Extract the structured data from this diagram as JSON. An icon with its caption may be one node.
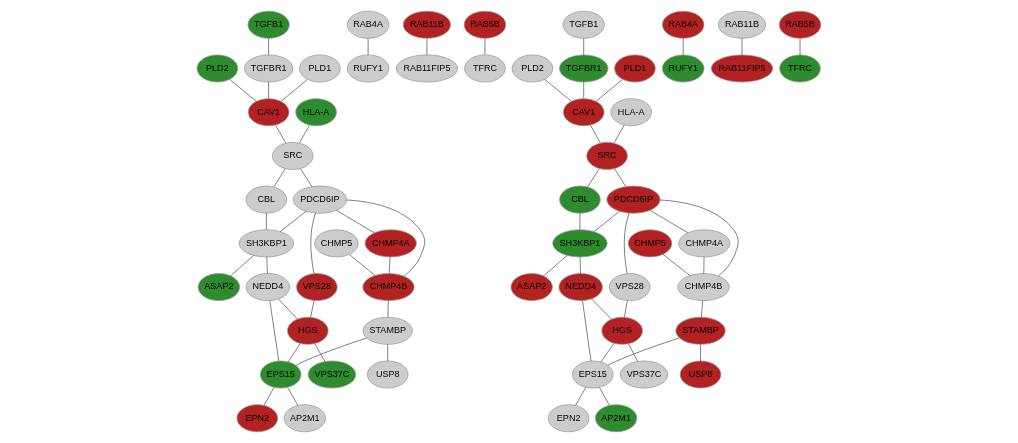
{
  "diagram": {
    "nodes": [
      {
        "text": [
          "PLD2"
        ]
      },
      {
        "text": [
          "TGFB1"
        ]
      },
      {
        "text": [
          "TGFBR1"
        ]
      },
      {
        "text": [
          "PLD1"
        ]
      },
      {
        "text": [
          "CAV1"
        ]
      },
      {
        "text": [
          "RAB4A"
        ]
      },
      {
        "text": [
          "RUFY1"
        ]
      },
      {
        "text": [
          "RAB11B"
        ]
      },
      {
        "text": [
          "RAB11FIP5"
        ]
      },
      {
        "text": [
          "HLA-A"
        ]
      },
      {
        "text": [
          "SRC"
        ]
      },
      {
        "text": [
          "CBL"
        ]
      },
      {
        "text": [
          "CHMP4A"
        ]
      },
      {
        "text": [
          "CHMP5"
        ]
      },
      {
        "text": [
          "PDCD6IP"
        ]
      },
      {
        "text": [
          "CHMP4B"
        ]
      },
      {
        "text": [
          "RAB5B"
        ]
      },
      {
        "text": [
          "SH3KBP1"
        ]
      },
      {
        "text": [
          "TFRC"
        ]
      },
      {
        "text": [
          "ASAP2"
        ]
      },
      {
        "text": [
          "VPS28"
        ]
      },
      {
        "text": [
          "STAMBP"
        ]
      },
      {
        "text": [
          "USP8"
        ]
      },
      {
        "text": [
          "NEDD4"
        ]
      },
      {
        "text": [
          "HGS"
        ]
      },
      {
        "text": [
          "EPS15"
        ]
      },
      {
        "text": [
          "EPN2"
        ]
      },
      {
        "text": [
          "VPS37C"
        ]
      },
      {
        "text": [
          "AP2M1"
        ]
      },
      {
        "text": [
          "PLD2"
        ]
      },
      {
        "text": [
          "TGFB1"
        ]
      },
      {
        "text": [
          "TGFBR1"
        ]
      },
      {
        "text": [
          "PLD1"
        ]
      },
      {
        "text": [
          "CAV1"
        ]
      },
      {
        "text": [
          "RAB4A"
        ]
      },
      {
        "text": [
          "RUFY1"
        ]
      },
      {
        "text": [
          "RAB11B"
        ]
      },
      {
        "text": [
          "RAB11FIP5"
        ]
      },
      {
        "text": [
          "HLA-A"
        ]
      },
      {
        "text": [
          "SRC"
        ]
      },
      {
        "text": [
          "CBL"
        ]
      },
      {
        "text": [
          "CHMP4A"
        ]
      },
      {
        "text": [
          "CHMP5"
        ]
      },
      {
        "text": [
          "PDCD6IP"
        ]
      },
      {
        "text": [
          "CHMP4B"
        ]
      },
      {
        "text": [
          "RAB5B"
        ]
      },
      {
        "text": [
          "SH3KBP1"
        ]
      },
      {
        "text": [
          "TFRC"
        ]
      },
      {
        "text": [
          "ASAP2"
        ]
      },
      {
        "text": [
          "VPS28"
        ]
      },
      {
        "text": [
          "STAMBP"
        ]
      },
      {
        "text": [
          "USP8"
        ]
      },
      {
        "text": [
          "NEDD4"
        ]
      },
      {
        "text": [
          "HGS"
        ]
      },
      {
        "text": [
          "EPS15"
        ]
      },
      {
        "text": [
          "EPN2"
        ]
      },
      {
        "text": [
          "VPS37C"
        ]
      },
      {
        "text": [
          "AP2M1"
        ]
      }
    ],
    "edges": [
      {
        "from": 0,
        "to": 4,
        "arrow": "none"
      },
      {
        "from": 3,
        "to": 4,
        "arrow": "none"
      },
      {
        "from": 2,
        "to": 4,
        "arrow": "none"
      },
      {
        "from": 1,
        "to": 2,
        "arrow": "none"
      },
      {
        "from": 5,
        "to": 6,
        "arrow": "none"
      },
      {
        "from": 7,
        "to": 8,
        "arrow": "none"
      },
      {
        "from": 4,
        "to": 10,
        "arrow": "none"
      },
      {
        "from": 9,
        "to": 10,
        "arrow": "none"
      },
      {
        "from": 10,
        "to": 11,
        "arrow": "none"
      },
      {
        "from": 10,
        "to": 14,
        "arrow": "none"
      },
      {
        "from": 11,
        "to": 17,
        "arrow": "none"
      },
      {
        "from": 14,
        "to": 17,
        "arrow": "none"
      },
      {
        "from": 14,
        "to": 12,
        "arrow": "none"
      },
      {
        "from": 14,
        "to": 15,
        "arrow": "none"
      },
      {
        "from": 14,
        "to": 20,
        "arrow": "none"
      },
      {
        "from": 12,
        "to": 15,
        "arrow": "none"
      },
      {
        "from": 13,
        "to": 15,
        "arrow": "none"
      },
      {
        "from": 15,
        "to": 21,
        "arrow": "none"
      },
      {
        "from": 21,
        "to": 22,
        "arrow": "none"
      },
      {
        "from": 21,
        "to": 25,
        "arrow": "none"
      },
      {
        "from": 17,
        "to": 19,
        "arrow": "none"
      },
      {
        "from": 17,
        "to": 23,
        "arrow": "none"
      },
      {
        "from": 20,
        "to": 24,
        "arrow": "none"
      },
      {
        "from": 23,
        "to": 24,
        "arrow": "none"
      },
      {
        "from": 23,
        "to": 25,
        "arrow": "none"
      },
      {
        "from": 24,
        "to": 25,
        "arrow": "none"
      },
      {
        "from": 24,
        "to": 27,
        "arrow": "none"
      },
      {
        "from": 25,
        "to": 26,
        "arrow": "none"
      },
      {
        "from": 25,
        "to": 28,
        "arrow": "none"
      },
      {
        "from": 16,
        "to": 18,
        "arrow": "none"
      },
      {
        "from": 29,
        "to": 33,
        "arrow": "none"
      },
      {
        "from": 32,
        "to": 33,
        "arrow": "none"
      },
      {
        "from": 31,
        "to": 33,
        "arrow": "none"
      },
      {
        "from": 30,
        "to": 31,
        "arrow": "none"
      },
      {
        "from": 34,
        "to": 35,
        "arrow": "none"
      },
      {
        "from": 36,
        "to": 37,
        "arrow": "none"
      },
      {
        "from": 33,
        "to": 39,
        "arrow": "none"
      },
      {
        "from": 38,
        "to": 39,
        "arrow": "none"
      },
      {
        "from": 39,
        "to": 40,
        "arrow": "none"
      },
      {
        "from": 39,
        "to": 43,
        "arrow": "none"
      },
      {
        "from": 40,
        "to": 46,
        "arrow": "none"
      },
      {
        "from": 43,
        "to": 46,
        "arrow": "none"
      },
      {
        "from": 43,
        "to": 41,
        "arrow": "none"
      },
      {
        "from": 43,
        "to": 44,
        "arrow": "none"
      },
      {
        "from": 43,
        "to": 49,
        "arrow": "none"
      },
      {
        "from": 41,
        "to": 44,
        "arrow": "none"
      },
      {
        "from": 42,
        "to": 44,
        "arrow": "none"
      },
      {
        "from": 44,
        "to": 50,
        "arrow": "none"
      },
      {
        "from": 50,
        "to": 51,
        "arrow": "none"
      },
      {
        "from": 50,
        "to": 54,
        "arrow": "none"
      },
      {
        "from": 46,
        "to": 48,
        "arrow": "none"
      },
      {
        "from": 46,
        "to": 52,
        "arrow": "none"
      },
      {
        "from": 49,
        "to": 53,
        "arrow": "none"
      },
      {
        "from": 52,
        "to": 53,
        "arrow": "none"
      },
      {
        "from": 52,
        "to": 54,
        "arrow": "none"
      },
      {
        "from": 53,
        "to": 54,
        "arrow": "none"
      },
      {
        "from": 53,
        "to": 56,
        "arrow": "none"
      },
      {
        "from": 54,
        "to": 55,
        "arrow": "none"
      },
      {
        "from": 54,
        "to": 57,
        "arrow": "none"
      },
      {
        "from": 45,
        "to": 47,
        "arrow": "none"
      }
    ]
  }
}
